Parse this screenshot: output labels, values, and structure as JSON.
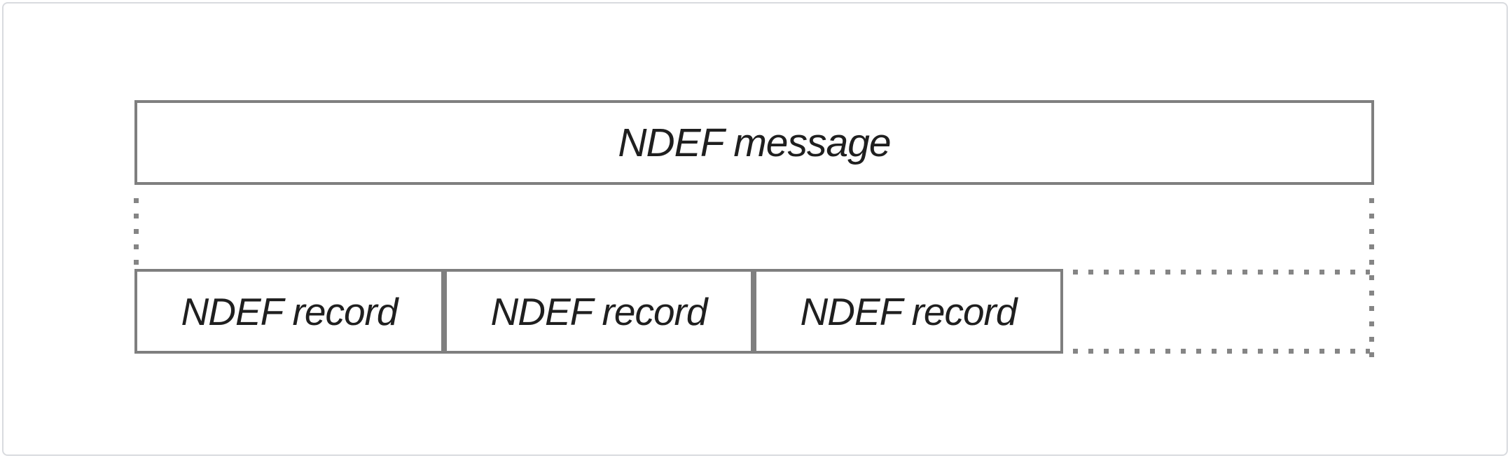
{
  "diagram": {
    "message_box": {
      "label": "NDEF message"
    },
    "record_boxes": [
      {
        "label": "NDEF record"
      },
      {
        "label": "NDEF record"
      },
      {
        "label": "NDEF record"
      }
    ],
    "connectors": {
      "left_vertical": "dotted-line",
      "right_vertical": "dotted-line",
      "continuation_top": "dotted-line",
      "continuation_bottom": "dotted-line"
    }
  },
  "colors": {
    "box_border": "#7f7f7f",
    "dotted_line": "#858585",
    "text": "#1f1f1f",
    "card_border": "#d9dbdf",
    "background": "#ffffff"
  }
}
